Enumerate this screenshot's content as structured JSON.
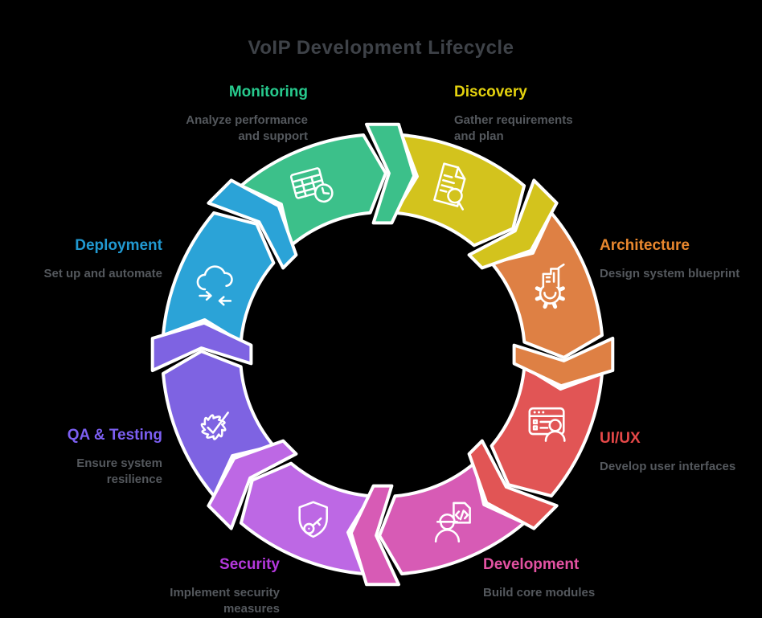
{
  "title": "VoIP Development Lifecycle",
  "flow_direction": "clockwise",
  "colors": {
    "background": "#000000",
    "title_text": "#3e4248",
    "description_text": "#54585d",
    "outline": "#ffffff"
  },
  "segments": [
    {
      "label": "Discovery",
      "description": "Gather requirements\nand plan",
      "segment_color": "#d3c31d",
      "label_color": "#e4d20e",
      "icon": "document-search-icon",
      "slot": "discovery"
    },
    {
      "label": "Architecture",
      "description": "Design system blueprint",
      "segment_color": "#de8044",
      "label_color": "#e8872e",
      "icon": "gear-building-icon",
      "slot": "architecture"
    },
    {
      "label": "UI/UX",
      "description": "Develop user interfaces",
      "segment_color": "#e15555",
      "label_color": "#e54848",
      "icon": "window-user-icon",
      "slot": "uiux"
    },
    {
      "label": "Development",
      "description": "Build core modules",
      "segment_color": "#d75bb5",
      "label_color": "#e352a2",
      "icon": "engineer-code-icon",
      "slot": "development"
    },
    {
      "label": "Security",
      "description": "Implement security\nmeasures",
      "segment_color": "#bd68e4",
      "label_color": "#b438dc",
      "icon": "shield-key-icon",
      "slot": "security"
    },
    {
      "label": "QA & Testing",
      "description": "Ensure system\nresilience",
      "segment_color": "#7e63e2",
      "label_color": "#7c5ff2",
      "icon": "badge-check-icon",
      "slot": "qa"
    },
    {
      "label": "Deployment",
      "description": "Set up and automate",
      "segment_color": "#2ba3d7",
      "label_color": "#2199d1",
      "icon": "cloud-sync-icon",
      "slot": "deployment"
    },
    {
      "label": "Monitoring",
      "description": "Analyze performance\nand support",
      "segment_color": "#3cc08a",
      "label_color": "#27c98d",
      "icon": "table-clock-icon",
      "slot": "monitoring"
    }
  ]
}
